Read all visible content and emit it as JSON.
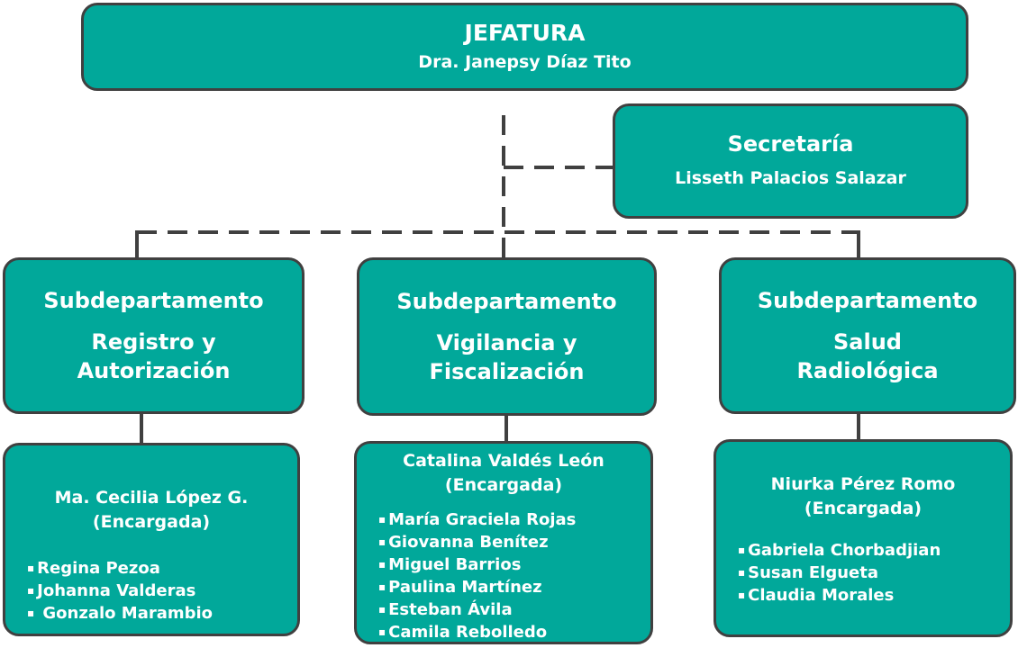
{
  "jefatura": {
    "title": "JEFATURA",
    "name": "Dra. Janepsy Díaz Tito"
  },
  "secretaria": {
    "title": "Secretaría",
    "name": "Lisseth Palacios Salazar"
  },
  "subdepartments": [
    {
      "title": "Subdepartamento",
      "name_line1": "Registro y",
      "name_line2": "Autorización",
      "lead": "Ma. Cecilia López G.",
      "lead_role": "(Encargada)",
      "staff": [
        "Regina Pezoa",
        "Johanna Valderas",
        " Gonzalo Marambio"
      ]
    },
    {
      "title": "Subdepartamento",
      "name_line1": "Vigilancia y",
      "name_line2": "Fiscalización",
      "lead": "Catalina Valdés León",
      "lead_role": "(Encargada)",
      "staff": [
        "María Graciela Rojas",
        "Giovanna Benítez",
        "Miguel Barrios",
        "Paulina Martínez",
        "Esteban Ávila",
        "Camila Rebolledo"
      ]
    },
    {
      "title": "Subdepartamento",
      "name_line1": "Salud",
      "name_line2": "Radiológica",
      "lead": "Niurka Pérez Romo",
      "lead_role": "(Encargada)",
      "staff": [
        "Gabriela Chorbadjian",
        "Susan Elgueta",
        "Claudia Morales"
      ]
    }
  ],
  "colors": {
    "box_fill": "#01a89a",
    "box_border": "#404040",
    "text": "#ffffff",
    "connector": "#404040"
  }
}
